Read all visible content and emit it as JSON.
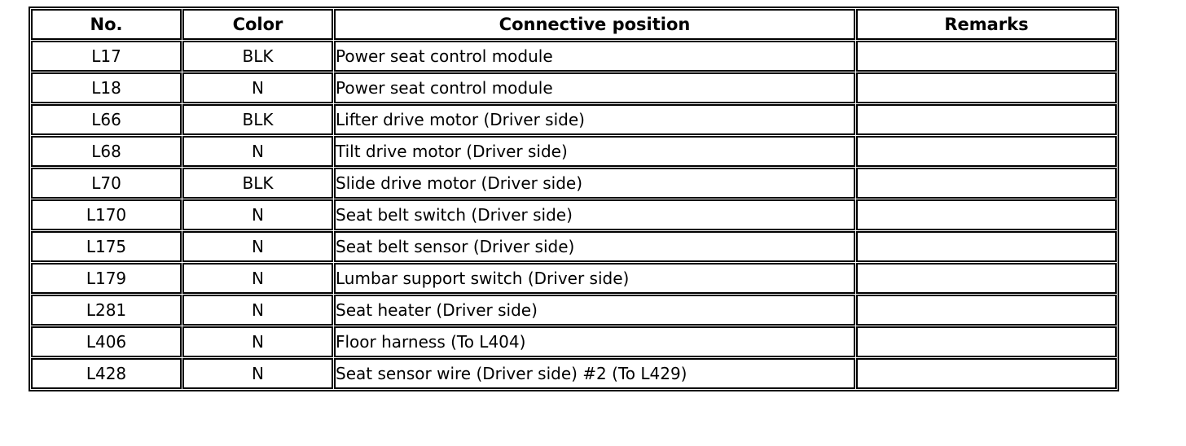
{
  "colors": {
    "border": "#000000",
    "background": "#ffffff",
    "text": "#000000"
  },
  "table": {
    "columns": [
      {
        "label": "No."
      },
      {
        "label": "Color"
      },
      {
        "label": "Connective position"
      },
      {
        "label": "Remarks"
      }
    ],
    "rows": [
      {
        "no": "L17",
        "color": "BLK",
        "position": "Power seat control module",
        "remarks": ""
      },
      {
        "no": "L18",
        "color": "N",
        "position": "Power seat control module",
        "remarks": ""
      },
      {
        "no": "L66",
        "color": "BLK",
        "position": "Lifter drive motor (Driver side)",
        "remarks": ""
      },
      {
        "no": "L68",
        "color": "N",
        "position": "Tilt drive motor (Driver side)",
        "remarks": ""
      },
      {
        "no": "L70",
        "color": "BLK",
        "position": "Slide drive motor (Driver side)",
        "remarks": ""
      },
      {
        "no": "L170",
        "color": "N",
        "position": "Seat belt switch (Driver side)",
        "remarks": ""
      },
      {
        "no": "L175",
        "color": "N",
        "position": "Seat belt sensor (Driver side)",
        "remarks": ""
      },
      {
        "no": "L179",
        "color": "N",
        "position": "Lumbar support switch (Driver side)",
        "remarks": ""
      },
      {
        "no": "L281",
        "color": "N",
        "position": "Seat heater (Driver side)",
        "remarks": ""
      },
      {
        "no": "L406",
        "color": "N",
        "position": "Floor harness (To L404)",
        "remarks": ""
      },
      {
        "no": "L428",
        "color": "N",
        "position": "Seat sensor wire (Driver side) #2 (To L429)",
        "remarks": ""
      }
    ]
  }
}
